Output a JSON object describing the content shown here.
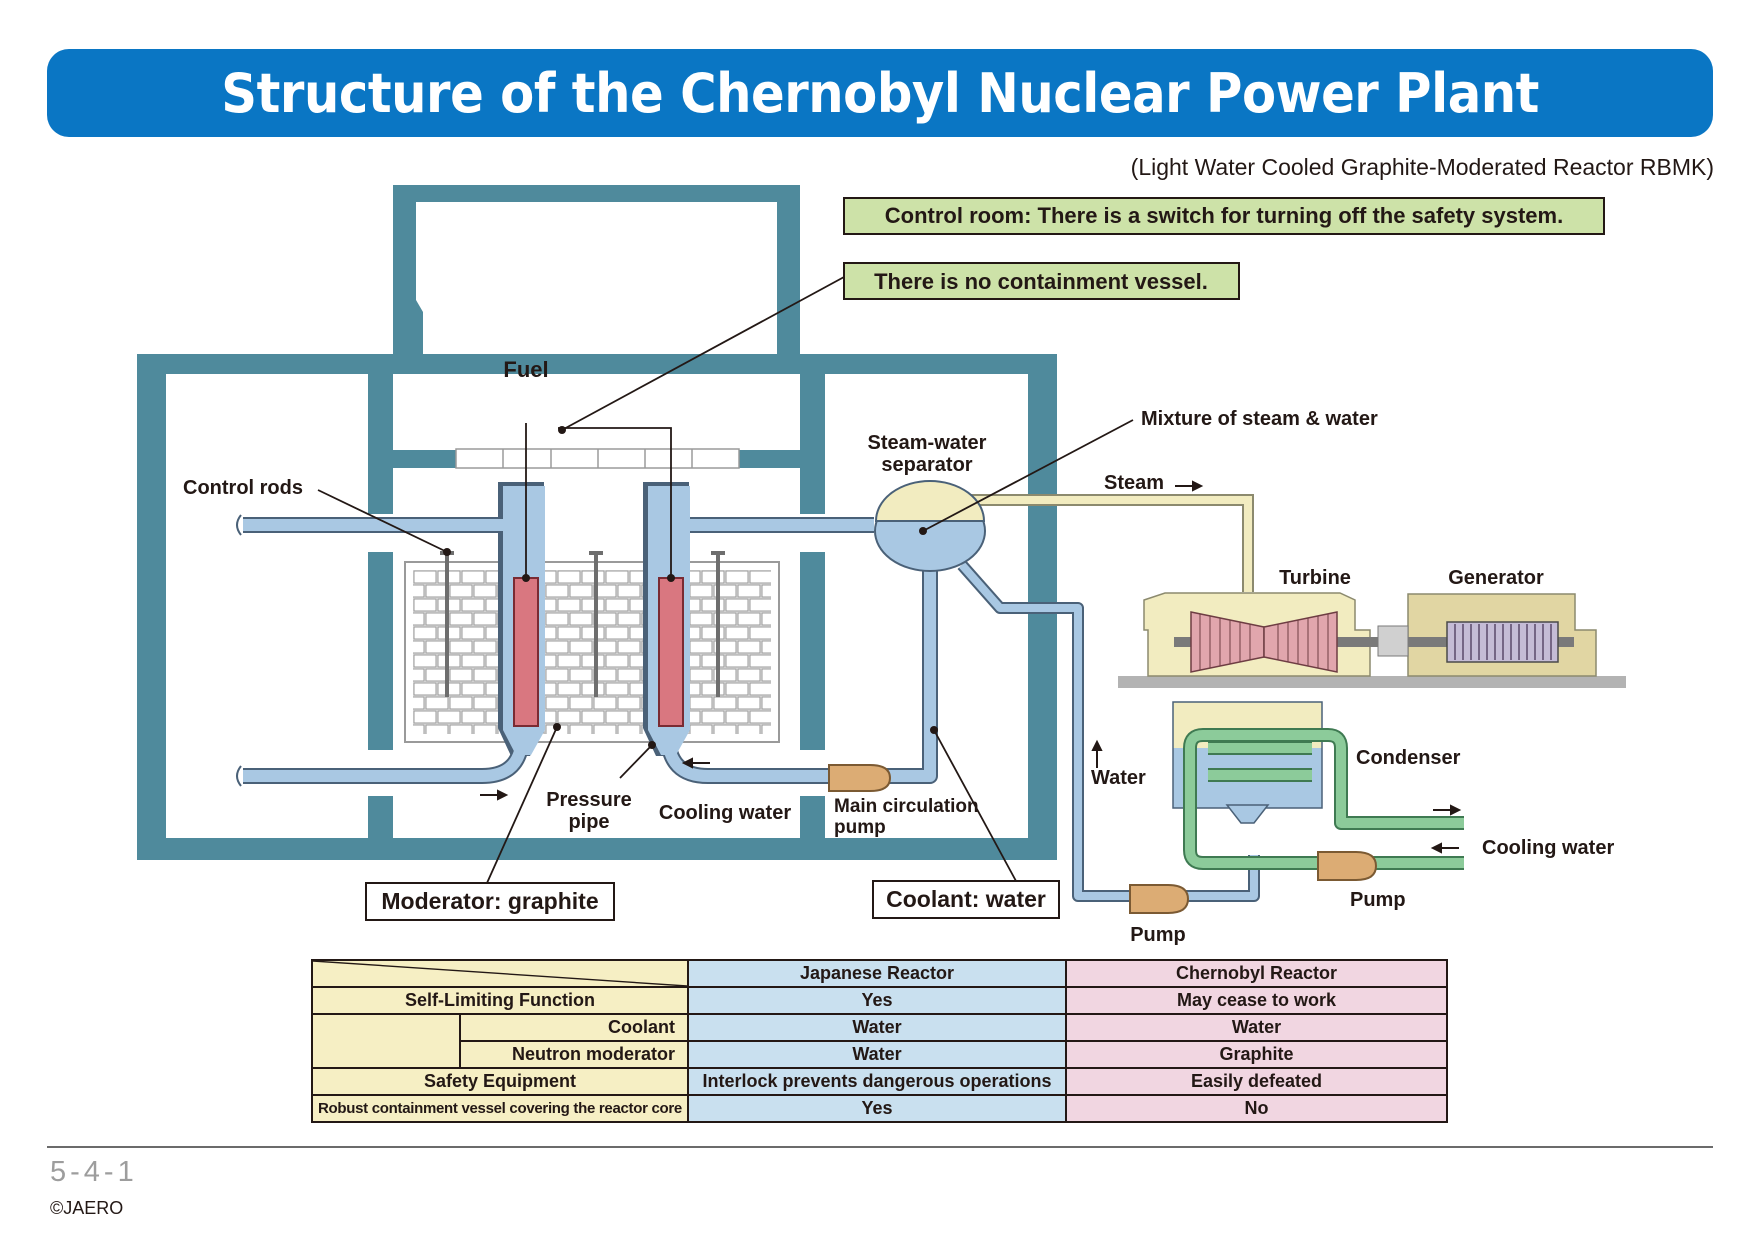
{
  "title": "Structure of the Chernobyl Nuclear Power Plant",
  "subtitle": "(Light Water Cooled Graphite-Moderated Reactor RBMK)",
  "callouts": {
    "control_room": "Control room: There is a switch for turning off the safety system.",
    "no_containment": "There is no containment vessel.",
    "moderator": "Moderator: graphite",
    "coolant": "Coolant: water"
  },
  "labels": {
    "fuel": "Fuel",
    "control_rods": "Control rods",
    "steam_water_separator_1": "Steam-water",
    "steam_water_separator_2": "separator",
    "mixture": "Mixture of steam & water",
    "steam": "Steam",
    "turbine": "Turbine",
    "generator": "Generator",
    "condenser": "Condenser",
    "water": "Water",
    "cooling_water_right": "Cooling water",
    "pump_right": "Pump",
    "pump_bottom": "Pump",
    "pressure_pipe_1": "Pressure",
    "pressure_pipe_2": "pipe",
    "cooling_water_reactor": "Cooling water",
    "main_circulation_pump_1": "Main circulation",
    "main_circulation_pump_2": "pump"
  },
  "table": {
    "headers": [
      "Japanese Reactor",
      "Chernobyl Reactor"
    ],
    "rows": [
      {
        "label": "Self-Limiting Function",
        "japanese": "Yes",
        "chernobyl": "May cease to work"
      },
      {
        "label": "Coolant",
        "japanese": "Water",
        "chernobyl": "Water"
      },
      {
        "label": "Neutron moderator",
        "japanese": "Water",
        "chernobyl": "Graphite"
      },
      {
        "label": "Safety Equipment",
        "japanese": "Interlock prevents dangerous operations",
        "chernobyl": "Easily defeated"
      },
      {
        "label": "Robust containment vessel covering the reactor core",
        "japanese": "Yes",
        "chernobyl": "No"
      }
    ]
  },
  "footer": {
    "page_number": "5-4-1",
    "copyright": "©JAERO"
  },
  "colors": {
    "title_bar": "#0a76c4",
    "building_wall": "#4f8a9c",
    "pipe_fill": "#a9c8e3",
    "fuel": "#d97780",
    "steam_pipe": "#f2ecc0",
    "condenser_loop": "#8ccb9a",
    "pump": "#dcac74",
    "callout_green": "#cde2a8",
    "table_yellow": "#f6efc4",
    "table_blue": "#c9e0ef",
    "table_pink": "#f1d6e1"
  }
}
